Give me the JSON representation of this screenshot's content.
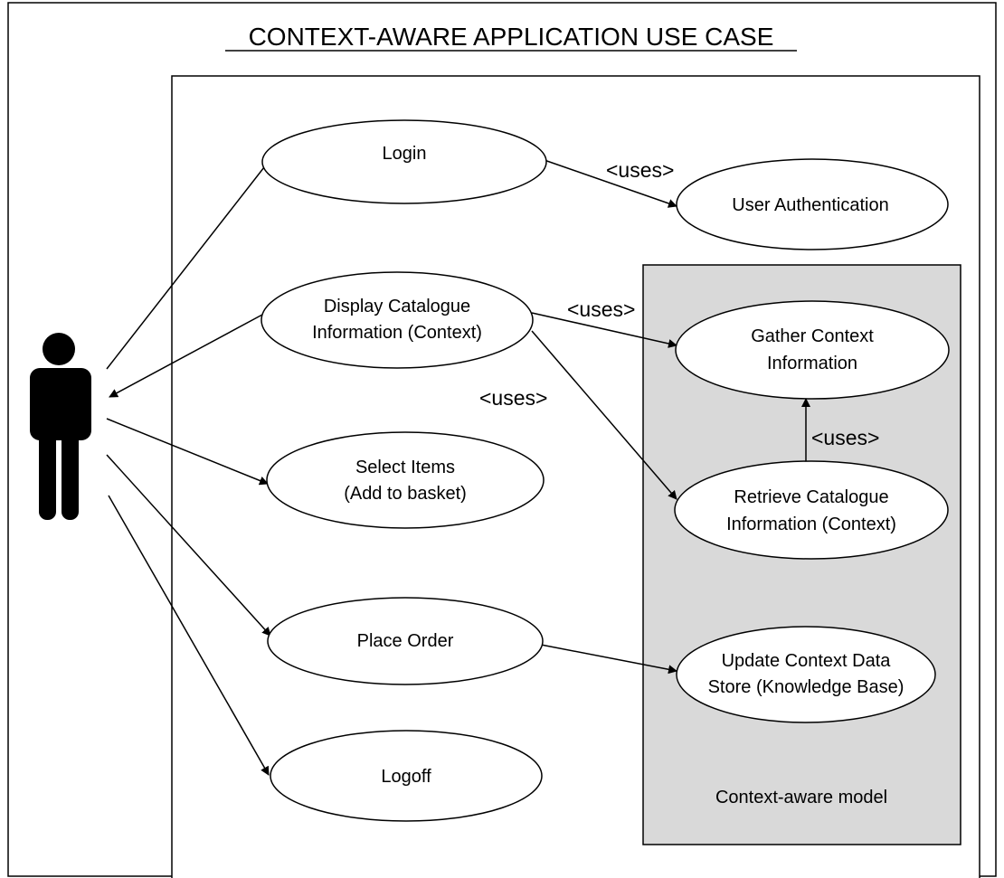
{
  "title": "CONTEXT-AWARE APPLICATION USE CASE",
  "colors": {
    "line": "#000000",
    "model_fill": "#d9d9d9",
    "background": "#ffffff"
  },
  "actor": {
    "icon": "stick-figure-person-icon"
  },
  "use_cases": {
    "login": "Login",
    "display_catalogue": [
      "Display Catalogue",
      "Information (Context)"
    ],
    "select_items": [
      "Select Items",
      "(Add to basket)"
    ],
    "place_order": "Place Order",
    "logoff": "Logoff",
    "user_authentication": "User Authentication",
    "gather_context": [
      "Gather Context",
      "Information"
    ],
    "retrieve_catalogue": [
      "Retrieve Catalogue",
      "Information (Context)"
    ],
    "update_context": [
      "Update Context Data",
      "Store (Knowledge Base)"
    ]
  },
  "context_model": {
    "label": "Context-aware model"
  },
  "relationships": {
    "uses_login_auth": "<uses>",
    "uses_display_gather": "<uses>",
    "uses_display_retrieve": "<uses>",
    "uses_retrieve_gather": "<uses>"
  }
}
